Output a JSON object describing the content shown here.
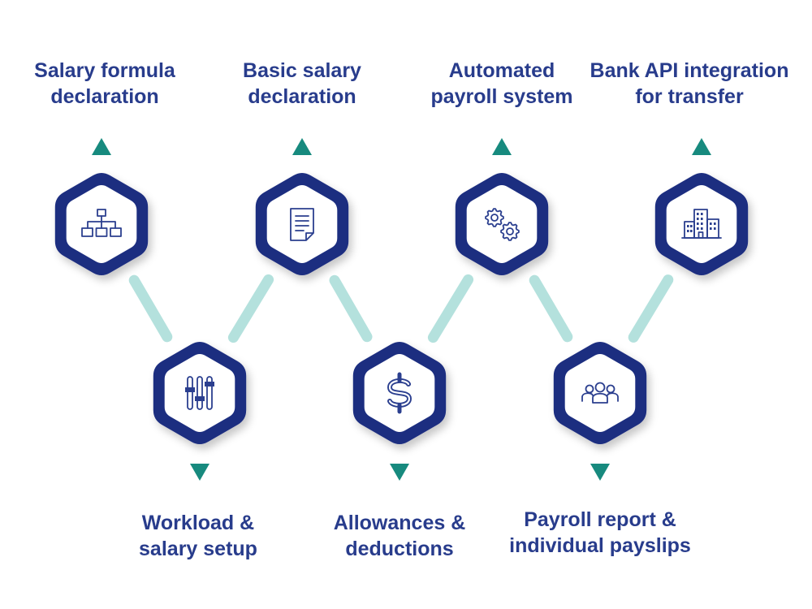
{
  "colors": {
    "hex_dark": "#1e2d80",
    "hex_inner": "#ffffff",
    "connector": "#b4e1dd",
    "arrow": "#178a7e",
    "text": "#283c8c",
    "icon": "#2b3f8f"
  },
  "steps": [
    {
      "id": "salary-formula",
      "icon": "org-chart-icon",
      "arrow": "up",
      "label_lines": [
        "Salary formula",
        "declaration"
      ]
    },
    {
      "id": "workload-salary-setup",
      "icon": "sliders-icon",
      "arrow": "down",
      "label_lines": [
        "Workload &",
        "salary setup"
      ]
    },
    {
      "id": "basic-salary",
      "icon": "document-icon",
      "arrow": "up",
      "label_lines": [
        "Basic salary",
        "declaration"
      ]
    },
    {
      "id": "allowances-deductions",
      "icon": "dollar-icon",
      "arrow": "down",
      "label_lines": [
        "Allowances &",
        "deductions"
      ]
    },
    {
      "id": "automated-payroll",
      "icon": "gears-icon",
      "arrow": "up",
      "label_lines": [
        "Automated",
        "payroll system"
      ]
    },
    {
      "id": "payroll-report",
      "icon": "team-icon",
      "arrow": "down",
      "label_lines": [
        "Payroll report &",
        "individual payslips"
      ]
    },
    {
      "id": "bank-api",
      "icon": "buildings-icon",
      "arrow": "up",
      "label_lines": [
        "Bank API integration",
        "for transfer"
      ]
    }
  ]
}
